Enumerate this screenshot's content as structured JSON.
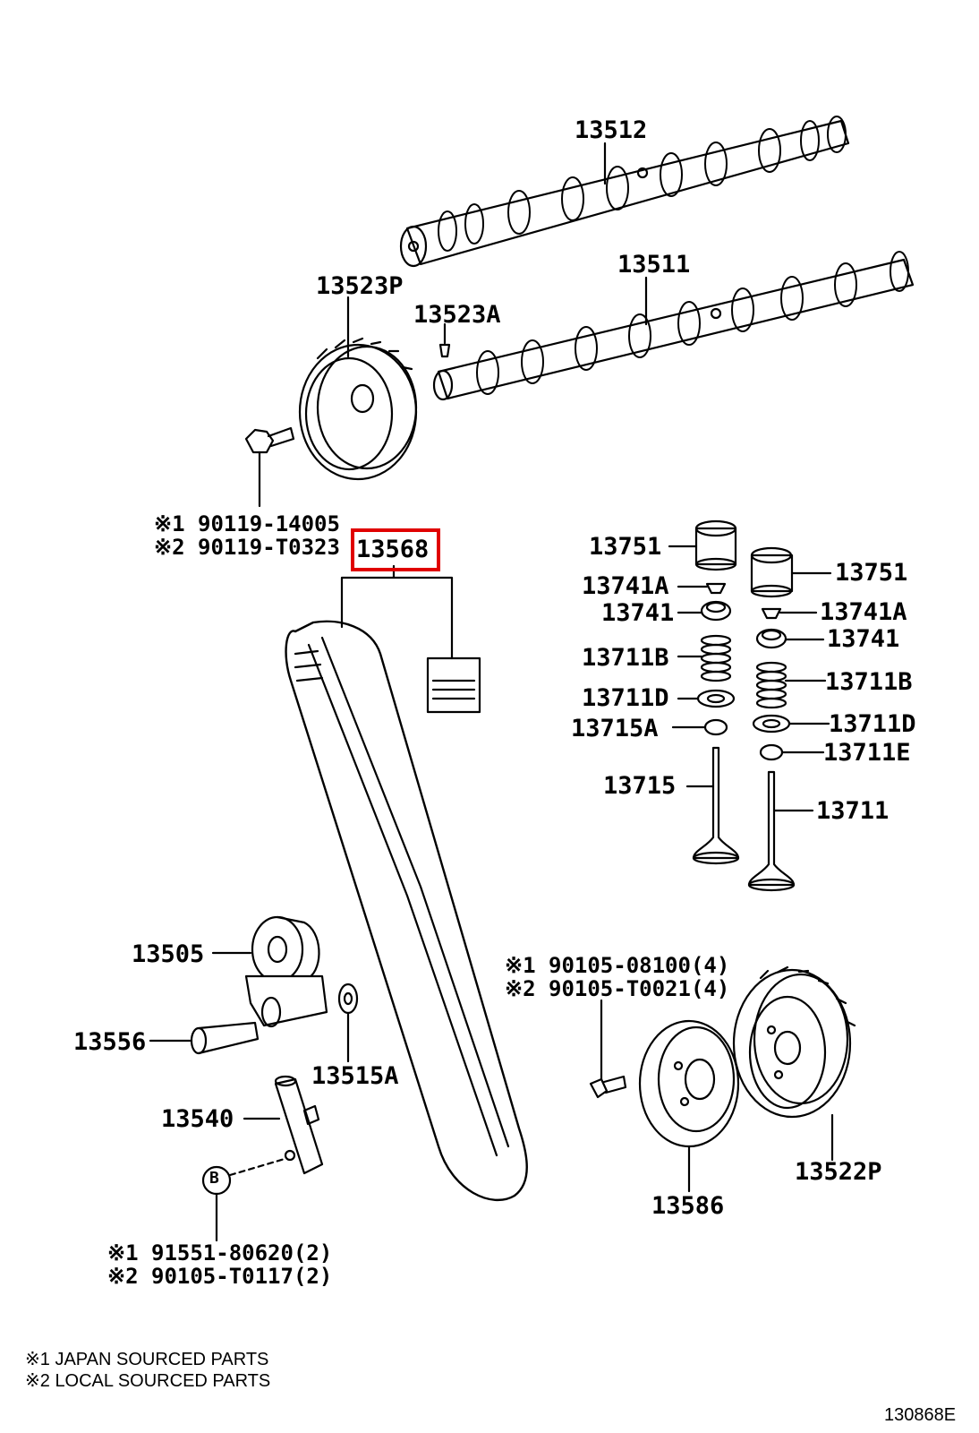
{
  "highlight_color": "#e00000",
  "labels": {
    "p13512": "13512",
    "p13511": "13511",
    "p13523P": "13523P",
    "p13523A": "13523A",
    "bolt_a1": "※1 90119-14005",
    "bolt_a2": "※2 90119-T0323",
    "p13568": "13568",
    "p13751_l": "13751",
    "p13751_r": "13751",
    "p13741A_l": "13741A",
    "p13741A_r": "13741A",
    "p13741_l": "13741",
    "p13741_r": "13741",
    "p13711B_l": "13711B",
    "p13711B_r": "13711B",
    "p13711D_l": "13711D",
    "p13711D_r": "13711D",
    "p13715A": "13715A",
    "p13711E": "13711E",
    "p13715": "13715",
    "p13711": "13711",
    "p13505": "13505",
    "p13556": "13556",
    "p13515A": "13515A",
    "p13540": "13540",
    "bolt_b1": "※1 90105-08100(4)",
    "bolt_b2": "※2 90105-T0021(4)",
    "p13522P": "13522P",
    "p13586": "13586",
    "bolt_c1": "※1 91551-80620(2)",
    "bolt_c2": "※2 90105-T0117(2)",
    "circle_b": "B"
  },
  "notes": {
    "note1": "※1 JAPAN SOURCED PARTS",
    "note2": "※2 LOCAL SOURCED PARTS",
    "diagram_id": "130868E"
  }
}
